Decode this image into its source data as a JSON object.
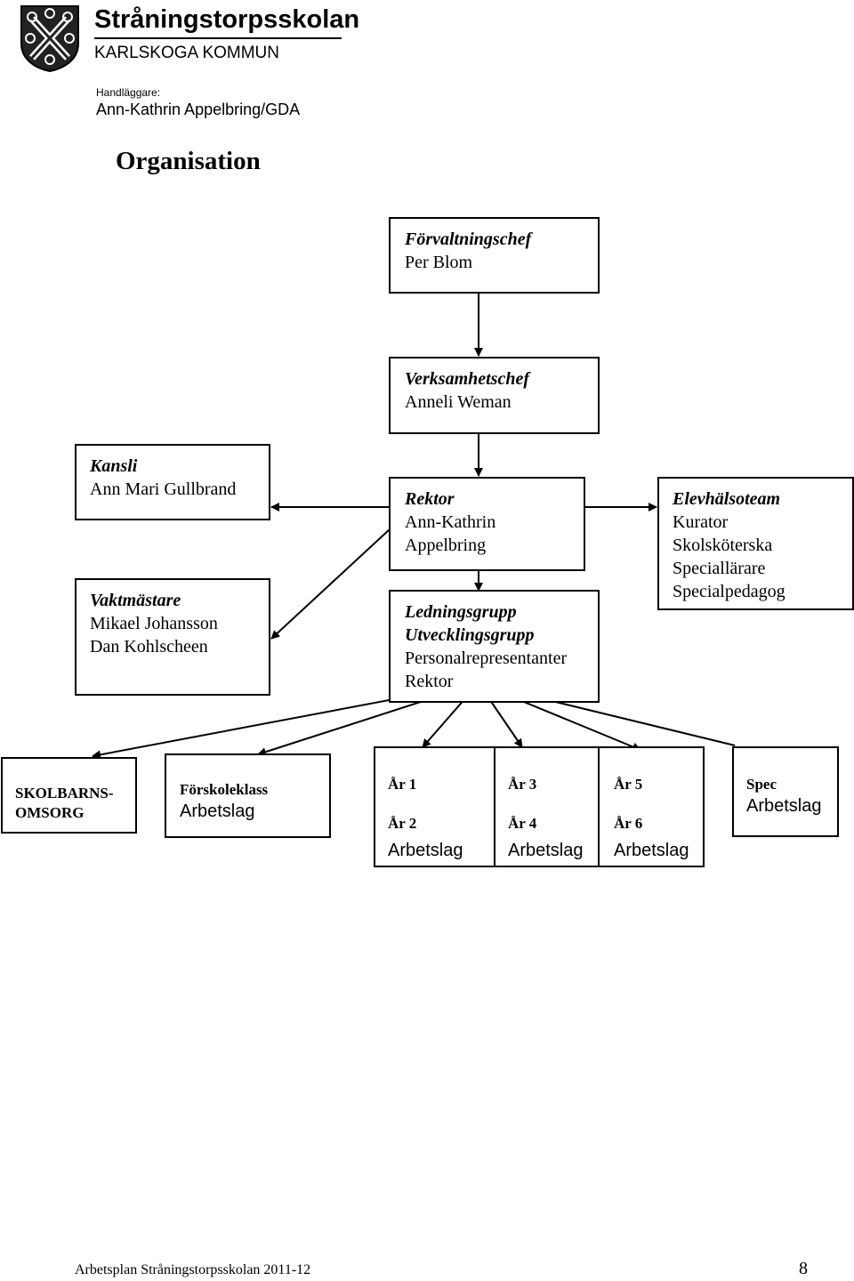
{
  "header": {
    "school_name": "Stråningstorpsskolan",
    "municipality": "KARLSKOGA KOMMUN",
    "handler_label": "Handläggare:",
    "handler_name": "Ann-Kathrin Appelbring/GDA"
  },
  "title": "Organisation",
  "nodes": {
    "forvaltningschef": {
      "title": "Förvaltningschef",
      "name": "Per Blom"
    },
    "verksamhetschef": {
      "title": "Verksamhetschef",
      "name": "Anneli Weman"
    },
    "kansli": {
      "title": "Kansli",
      "name": "Ann Mari Gullbrand"
    },
    "vaktmastare": {
      "title": "Vaktmästare",
      "names": [
        "Mikael Johansson",
        "Dan Kohlscheen"
      ]
    },
    "rektor": {
      "title": "Rektor",
      "names": [
        "Ann-Kathrin",
        "Appelbring"
      ]
    },
    "ledningsgrupp": {
      "titles": [
        "Ledningsgrupp",
        "Utvecklingsgrupp"
      ],
      "lines": [
        "Personalrepresentanter",
        "Rektor"
      ]
    },
    "elevhalsoteam": {
      "title": "Elevhälsoteam",
      "members": [
        "Kurator",
        "Skolsköterska",
        "Speciallärare",
        "Specialpedagog"
      ]
    }
  },
  "units": {
    "skolbarnsomsorg": {
      "lines": [
        "SKOLBARNS-",
        "OMSORG"
      ]
    },
    "forskoleklass": {
      "title": "Förskoleklass",
      "team": "Arbetslag"
    },
    "ar12": {
      "years": [
        "År 1",
        "År 2"
      ],
      "team": "Arbetslag"
    },
    "ar34": {
      "years": [
        "År 3",
        "År 4"
      ],
      "team": "Arbetslag"
    },
    "ar56": {
      "years": [
        "År 5",
        "År 6"
      ],
      "team": "Arbetslag"
    },
    "spec": {
      "title": "Spec",
      "team": "Arbetslag"
    }
  },
  "footer": {
    "text": "Arbetsplan Stråningstorpsskolan 2011-12",
    "page_number": "8"
  }
}
